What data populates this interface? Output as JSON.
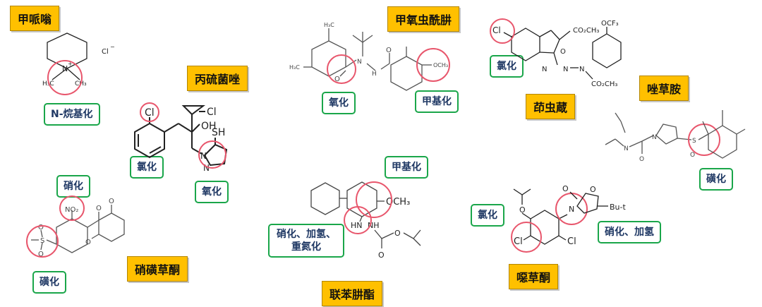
{
  "compounds": [
    {
      "id": "mepiquat",
      "name": "甲哌嗡",
      "labels": [
        "N-烷基化"
      ]
    },
    {
      "id": "prothioconazole",
      "name": "丙硫菌唑",
      "labels": [
        "氯化",
        "氧化"
      ]
    },
    {
      "id": "mesotrione",
      "name": "硝磺草酮",
      "labels": [
        "硝化",
        "磺化"
      ]
    },
    {
      "id": "methoxyfenozide",
      "name": "甲氧虫酰肼",
      "labels": [
        "氧化",
        "甲基化"
      ]
    },
    {
      "id": "bifenazate",
      "name": "联苯肼酯",
      "labels": [
        "甲基化",
        "硝化、加氢、重氮化"
      ]
    },
    {
      "id": "indoxacarb",
      "name": "茚虫蔵",
      "labels": [
        "氯化"
      ]
    },
    {
      "id": "cafenstrole",
      "name": "唑草胺",
      "labels": [
        "磺化"
      ]
    },
    {
      "id": "oxadiazon",
      "name": "噁草酮",
      "labels": [
        "氯化",
        "硝化、加氢"
      ]
    }
  ],
  "atoms": {
    "cl_minus": "Cl",
    "minus": "−",
    "n_plus": "N",
    "plus": "+",
    "h3c": "H₃C",
    "ch3": "CH₃",
    "cl": "Cl",
    "oh": "OH",
    "sh": "SH",
    "n": "N",
    "no2": "NO₂",
    "o": "O",
    "s": "S",
    "nh": "N",
    "h": "H",
    "h3c_b": "H₃C",
    "och3": "OCH₃",
    "hn": "HN",
    "nh_b": "NH",
    "co2ch3": "CO₂CH₃",
    "ocf3": "OCF₃",
    "bu_t": "Bu-t"
  },
  "highlight_color": "#e8566c",
  "label_border_color": "#1aa64a",
  "title_bg_color": "#ffc000"
}
